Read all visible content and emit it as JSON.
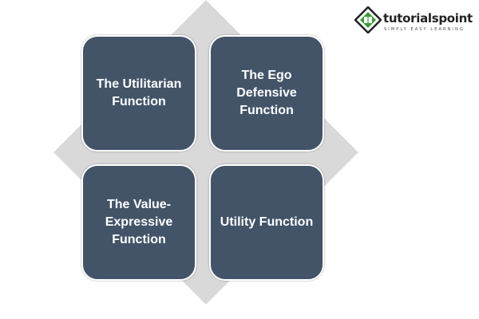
{
  "logo": {
    "name": "tutorialspoint",
    "tagline": "SIMPLY EASY LEARNING",
    "colors": {
      "green": "#3a9b3a",
      "dark": "#222222"
    }
  },
  "diagram": {
    "boxes": [
      {
        "label": "The Utilitarian Function"
      },
      {
        "label": "The Ego Defensive Function"
      },
      {
        "label": "The Value-Expressive Function"
      },
      {
        "label": "Utility Function"
      }
    ],
    "colors": {
      "box_fill": "#435469",
      "diamond_fill": "#d9d9d9",
      "text": "#ffffff"
    }
  }
}
